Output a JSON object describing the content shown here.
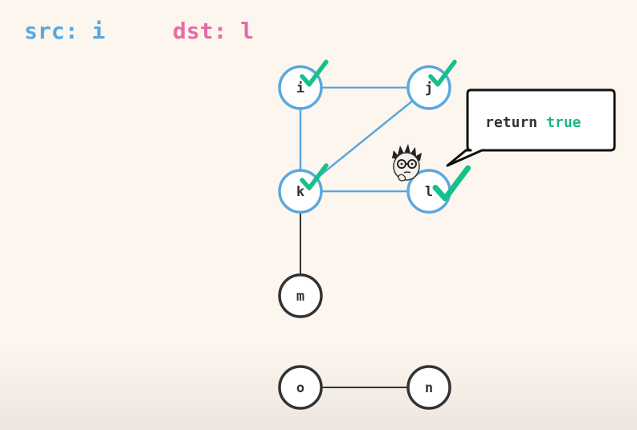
{
  "header": {
    "src_key": "src:",
    "src_value": "i",
    "dst_key": "dst:",
    "dst_value": "l"
  },
  "colors": {
    "src": "#5aa8e0",
    "dst": "#e56ba7",
    "visited_node": "#5aa8e0",
    "unvisited_node": "#333333",
    "check": "#17c08a",
    "callout_keyword": "#1ab68a",
    "text": "#333333",
    "background": "#fdf6ef"
  },
  "graph": {
    "nodes": [
      {
        "id": "i",
        "label": "i",
        "visited": true
      },
      {
        "id": "j",
        "label": "j",
        "visited": true
      },
      {
        "id": "k",
        "label": "k",
        "visited": true
      },
      {
        "id": "l",
        "label": "l",
        "visited": true
      },
      {
        "id": "m",
        "label": "m",
        "visited": false
      },
      {
        "id": "o",
        "label": "o",
        "visited": false
      },
      {
        "id": "n",
        "label": "n",
        "visited": false
      }
    ],
    "edges": [
      {
        "from": "i",
        "to": "j",
        "visited": true
      },
      {
        "from": "i",
        "to": "k",
        "visited": true
      },
      {
        "from": "j",
        "to": "k",
        "visited": true
      },
      {
        "from": "k",
        "to": "l",
        "visited": true
      },
      {
        "from": "k",
        "to": "m",
        "visited": false
      },
      {
        "from": "o",
        "to": "n",
        "visited": false
      }
    ]
  },
  "callout": {
    "keyword": "return",
    "value": "true"
  },
  "icons": {
    "check": "checkmark-icon",
    "character": "thinking-character-icon"
  }
}
